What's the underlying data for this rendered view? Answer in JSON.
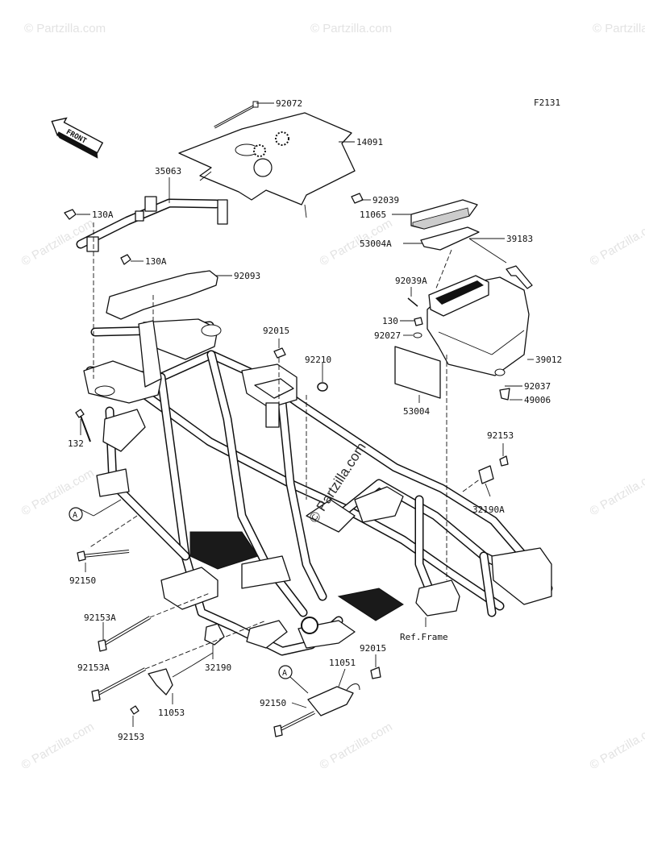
{
  "figure_code": "F2131",
  "front_arrow": "FRONT",
  "watermark": "© Partzilla.com",
  "center_watermark": "© Partzilla.com",
  "ref_frame": "Ref.Frame",
  "circle_marker": "A",
  "labels": {
    "p92072": "92072",
    "p14091": "14091",
    "p35063": "35063",
    "p130a_1": "130A",
    "p130a_2": "130A",
    "p92039": "92039",
    "p11065": "11065",
    "p53004a": "53004A",
    "p39183": "39183",
    "p92093": "92093",
    "p92039a": "92039A",
    "p130": "130",
    "p92027": "92027",
    "p92015_top": "92015",
    "p92210": "92210",
    "p39012": "39012",
    "p92037": "92037",
    "p49006": "49006",
    "p53004": "53004",
    "p132": "132",
    "p92153_r": "92153",
    "p32190a": "32190A",
    "p92150_l": "92150",
    "p92153a_1": "92153A",
    "p92153a_2": "92153A",
    "p32190": "32190",
    "p11053": "11053",
    "p92153_b": "92153",
    "p92015_b": "92015",
    "p11051": "11051",
    "p92150_b": "92150"
  }
}
